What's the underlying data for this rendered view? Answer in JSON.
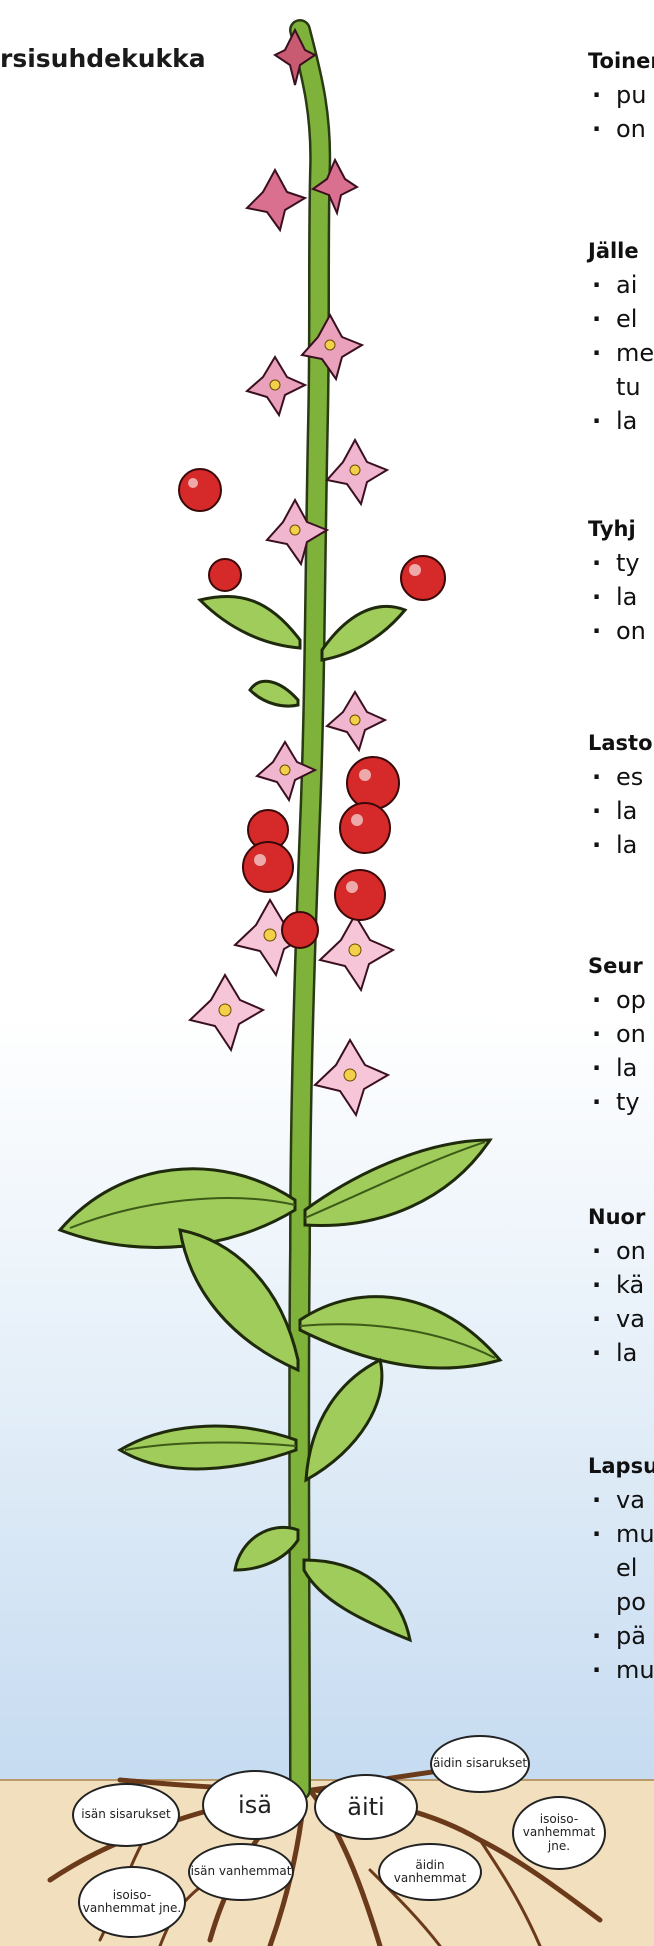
{
  "title": "rsisuhdekukka",
  "sections": [
    {
      "heading": "Toinen",
      "items": [
        "pu",
        "on"
      ]
    },
    {
      "heading": "Jälle",
      "items": [
        "ai",
        "el",
        "me",
        "tu",
        "la"
      ]
    },
    {
      "heading": "Tyhj",
      "items": [
        "ty",
        "la",
        "on"
      ]
    },
    {
      "heading": "Lasto",
      "items": [
        "es",
        "la",
        "la"
      ]
    },
    {
      "heading": "Seur",
      "items": [
        "op",
        "on",
        "la",
        "ty"
      ]
    },
    {
      "heading": "Nuor",
      "items": [
        "on",
        "kä",
        "va",
        "la"
      ]
    },
    {
      "heading": "Lapsu",
      "items": [
        "va",
        "mu",
        "el",
        "po",
        "pä",
        "mu"
      ]
    }
  ],
  "roots": {
    "isan_sisarukset": "isän sisarukset",
    "isa": "isä",
    "aiti": "äiti",
    "aidin_sisarukset": "äidin sisarukset",
    "isan_vanhemmat": "isän vanhemmat",
    "aidin_vanhemmat": "äidin vanhemmat",
    "isoiso_isa": "isoiso- vanhemmat jne.",
    "isoiso_aiti": "isoiso- vanhemmat jne."
  },
  "colors": {
    "stem": "#7fb23a",
    "leaf": "#9fcc5a",
    "flower": "#f1b6cf",
    "berry": "#d62a2a",
    "soil": "#f2dfbd",
    "root": "#6b3a1a"
  }
}
